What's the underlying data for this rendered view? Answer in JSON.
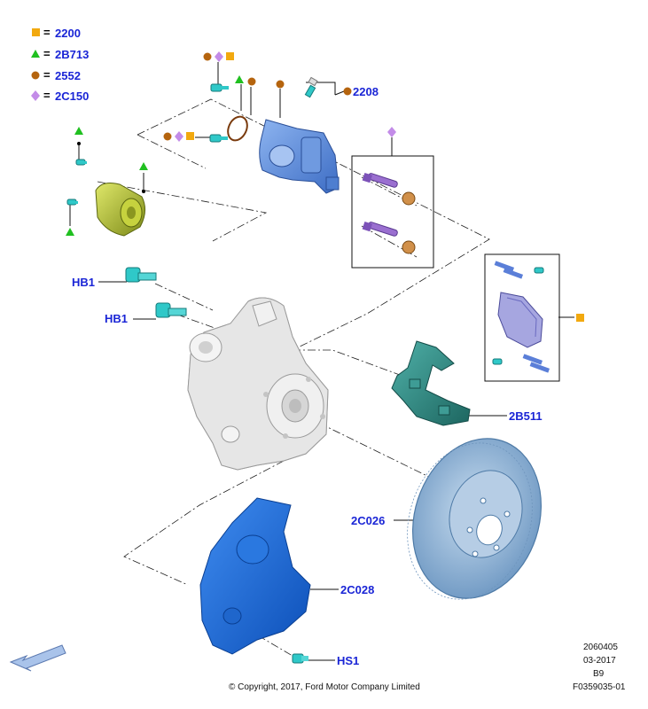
{
  "legend": [
    {
      "code": "2200",
      "symbol": "square",
      "color": "#f2a90f"
    },
    {
      "code": "2B713",
      "symbol": "triangle",
      "color": "#20c020"
    },
    {
      "code": "2552",
      "symbol": "circle",
      "color": "#b5640e"
    },
    {
      "code": "2C150",
      "symbol": "diamond",
      "color": "#c38ce8"
    }
  ],
  "equals_sign": "=",
  "callouts": {
    "hb1_top": "HB1",
    "hb1_bottom": "HB1",
    "p2208": "2208",
    "p2b511": "2B511",
    "p2c026": "2C026",
    "p2c028": "2C028",
    "hs1": "HS1"
  },
  "footer": {
    "copyright": "© Copyright, 2017, Ford Motor Company Limited",
    "code": "2060405",
    "date": "03-2017",
    "rev": "B9",
    "figure": "F0359035-01"
  },
  "colors": {
    "caliper": "#5b8fe0",
    "bracket": "#2f8c85",
    "shield": "#1a6ad8",
    "disc": "#8fb3d6",
    "knuckle": "#e4e4e4",
    "actuator": "#b4c33a",
    "pin": "#9a6fd0",
    "bolt": "#2fc8c8"
  }
}
